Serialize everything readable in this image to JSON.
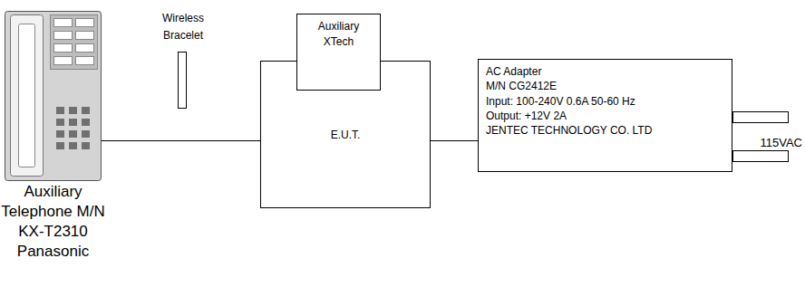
{
  "diagram": {
    "nodes": [
      {
        "text": [
          "Auxiliary Telephone M/N KX-T2310 Panasonic"
        ]
      },
      {
        "text": [
          "Wireless Bracelet"
        ]
      },
      {
        "text": [
          "Auxiliary XTech"
        ]
      },
      {
        "text": [
          "E.U.T."
        ]
      },
      {
        "text": [
          "AC Adapter",
          "M/N CG2412E",
          "Input: 100-240V 0.6A 50-60 Hz",
          "Output: +12V 2A",
          "JENTEC TECHNOLOGY CO. LTD"
        ]
      }
    ],
    "edges": [
      {
        "from": 0,
        "to": 3,
        "arrow": "none"
      },
      {
        "from": 3,
        "to": 4,
        "arrow": "none"
      }
    ],
    "labels": [
      "115VAC"
    ]
  }
}
